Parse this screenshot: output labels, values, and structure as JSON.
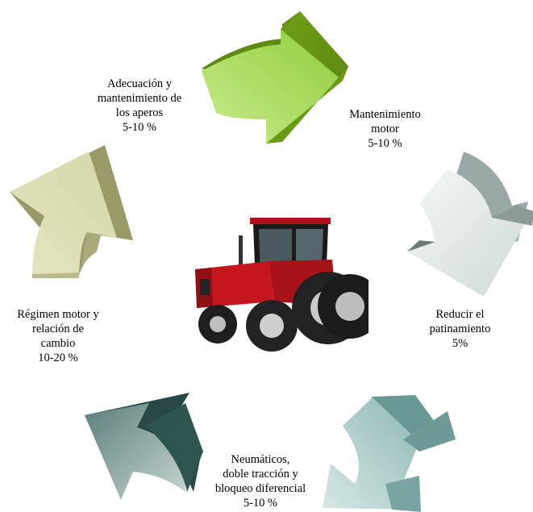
{
  "cycle_steps": [
    {
      "id": "aperos",
      "lines": [
        "Adecuación y",
        "mantenimiento de",
        "los aperos",
        "5-10 %"
      ],
      "color": "#8cc43a"
    },
    {
      "id": "motor",
      "lines": [
        "Mantenimiento",
        "motor",
        "5-10 %"
      ],
      "color": "#7aa91e"
    },
    {
      "id": "patin",
      "lines": [
        "Reducir el",
        "patinamiento",
        "5%"
      ],
      "color": "#c8d2d2"
    },
    {
      "id": "neum",
      "lines": [
        "Neumáticos,",
        "doble tracción  y",
        "bloqueo diferencial",
        "5-10 %"
      ],
      "color": "#8fb8b4"
    },
    {
      "id": "regimen",
      "lines": [
        "Régimen motor y",
        "relación de",
        "cambio",
        "10-20 %"
      ],
      "color": "#cfcf9e"
    }
  ],
  "center_image": {
    "label": "tractor-photo",
    "body_color": "#c4161c",
    "tire_color": "#222222"
  }
}
